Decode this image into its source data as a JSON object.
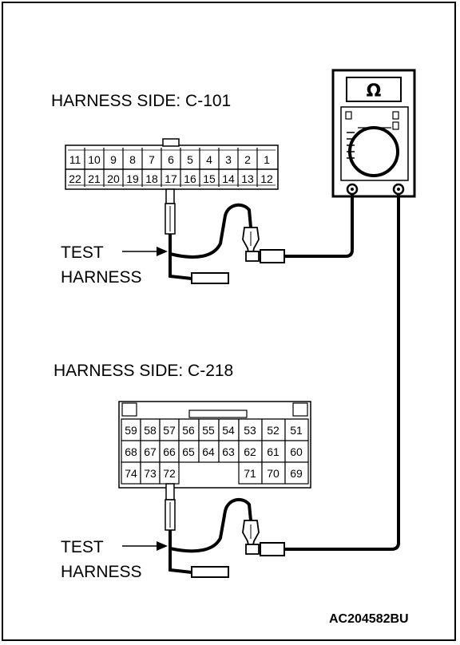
{
  "connector1": {
    "title": "HARNESS SIDE: C-101",
    "top_row": [
      "11",
      "10",
      "9",
      "8",
      "7",
      "6",
      "5",
      "4",
      "3",
      "2",
      "1"
    ],
    "bottom_row": [
      "22",
      "21",
      "20",
      "19",
      "18",
      "17",
      "16",
      "15",
      "14",
      "13",
      "12"
    ]
  },
  "connector2": {
    "title": "HARNESS SIDE: C-218",
    "row1": [
      "59",
      "58",
      "57",
      "56",
      "55",
      "54",
      "53",
      "52",
      "51"
    ],
    "row2": [
      "68",
      "67",
      "66",
      "65",
      "64",
      "63",
      "62",
      "61",
      "60"
    ],
    "row3_left": [
      "74",
      "73",
      "72"
    ],
    "row3_right": [
      "71",
      "70",
      "69"
    ]
  },
  "test_harness_label": {
    "line1": "TEST",
    "line2": "HARNESS"
  },
  "meter": {
    "symbol": "Ω",
    "icon": "ohmmeter-icon"
  },
  "figure_code": "AC204582BU"
}
